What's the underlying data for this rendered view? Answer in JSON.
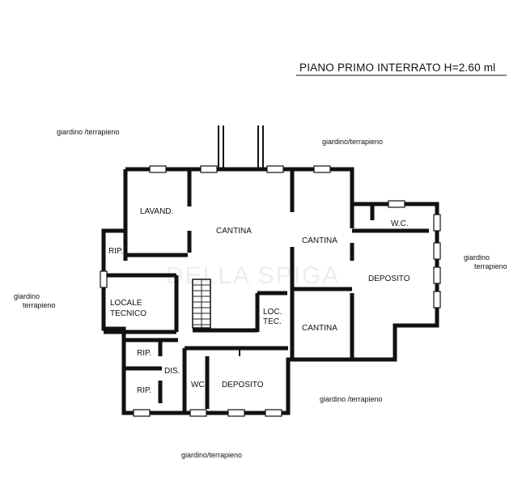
{
  "title": "PIANO PRIMO INTERRATO H=2.60 ml",
  "watermark": "DELLA SPIGA",
  "rooms": {
    "lavand": "LAVAND.",
    "cantina_main": "CANTINA",
    "cantina_upper": "CANTINA",
    "cantina_lower": "CANTINA",
    "wc_right": "W.C.",
    "deposito_right": "DEPOSITO",
    "rip_upper": "RIP.",
    "locale_tecnico_1": "LOCALE",
    "locale_tecnico_2": "TECNICO",
    "loc_tec_1": "LOC.",
    "loc_tec_2": "TEC.",
    "rip_mid": "RIP.",
    "dis": "DIS.",
    "rip_lower": "RIP.",
    "wc_lower": "WC",
    "deposito_lower": "DEPOSITO"
  },
  "exterior": {
    "top_left": "giardino /terrapieno",
    "top_right": "giardino/terrapieno",
    "right_1": "giardino",
    "right_2": "terrapieno",
    "left_1": "giardino",
    "left_2": "terrapieno",
    "bottom_right": "giardino /terrapieno",
    "bottom": "giardino/terrapieno"
  }
}
